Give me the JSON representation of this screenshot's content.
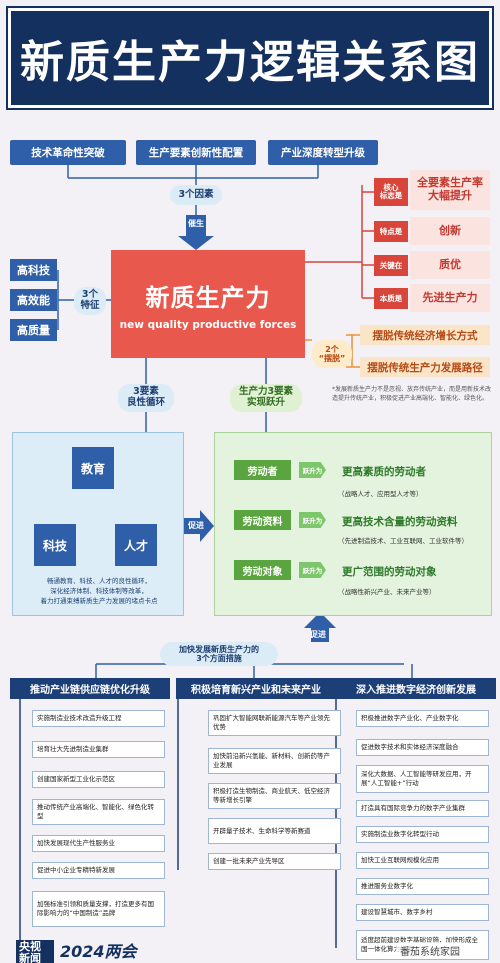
{
  "title": "新质生产力逻辑关系图",
  "factors": [
    "技术革命性突破",
    "生产要素创新性配置",
    "产业深度转型升级"
  ],
  "factors_pill": "3个因素",
  "catalyze": "催生",
  "core": {
    "cn": "新质生产力",
    "en": "new quality productive forces"
  },
  "features": {
    "items": [
      "高科技",
      "高效能",
      "高质量"
    ],
    "pill": "3个\n特征"
  },
  "right_feats": [
    {
      "tag": "核心\n标志是",
      "text": "全要素生产率\n大幅提升"
    },
    {
      "tag": "特点是",
      "text": "创新"
    },
    {
      "tag": "关键在",
      "text": "质优"
    },
    {
      "tag": "本质是",
      "text": "先进生产力"
    }
  ],
  "breakaway": {
    "pill": "2个\n“摆脱”",
    "items": [
      "摆脱传统经济增长方式",
      "摆脱传统生产力发展路径"
    ]
  },
  "note": "*发展新质生产力不是忽视、放弃传统产业，而是用新技术改造提升传统产业，积极促进产业高端化、智能化、绿色化。",
  "cycle": {
    "pill": "3要素\n良性循环",
    "nodes": [
      "教育",
      "科技",
      "人才"
    ],
    "desc": "畅通教育、科技、人才的良性循环，\n深化经济体制、科技体制等改革，\n着力打通束缚新质生产力发展的堵点卡点"
  },
  "promote_label": "促进",
  "leap": {
    "pill": "生产力3要素\n实现跃升",
    "rows": [
      {
        "tag": "劳动者",
        "chev": "跃升为",
        "title": "更高素质的劳动者",
        "sub": "（战略人才、应用型人才等）"
      },
      {
        "tag": "劳动资料",
        "chev": "跃升为",
        "title": "更高技术含量的劳动资料",
        "sub": "（先进制造技术、工业互联网、工业软件等）"
      },
      {
        "tag": "劳动对象",
        "chev": "跃升为",
        "title": "更广范围的劳动对象",
        "sub": "（战略性新兴产业、未来产业等）"
      }
    ]
  },
  "promote_up": "促进",
  "measures_pill": "加快发展新质生产力的\n3个方面措施",
  "columns": [
    {
      "head": "推动产业链供应链优化升级",
      "items": [
        "实施制造业技术改造升级工程",
        "培育壮大先进制造业集群",
        "创建国家新型工业化示范区",
        "推动传统产业高端化、智能化、绿色化转型",
        "加快发展现代生产性服务业",
        "促进中小企业专精特新发展",
        "加强标准引领和质量支撑，打造更多有国际影响力的“中国制造”品牌"
      ]
    },
    {
      "head": "积极培育新兴产业和未来产业",
      "items": [
        "巩固扩大智能网联新能源汽车等产业领先优势",
        "加快前沿新兴氢能、新材料、创新药等产业发展",
        "积极打造生物制造、商业航天、低空经济等新增长引擎",
        "开辟量子技术、生命科学等新赛道",
        "创建一批未来产业先导区"
      ]
    },
    {
      "head": "深入推进数字经济创新发展",
      "items": [
        "积极推进数字产业化、产业数字化",
        "促进数字技术和实体经济深度融合",
        "深化大数据、人工智能等研发应用，开展“人工智能+”行动",
        "打造具有国际竞争力的数字产业集群",
        "实施制造业数字化转型行动",
        "加快工业互联网规模化应用",
        "推进服务业数字化",
        "建设智慧城市、数字乡村",
        "适度超前建设数字基础设施，加快形成全国一体化算力体系"
      ]
    }
  ],
  "logos": {
    "a": "央视\n新闻",
    "b": "2024两会",
    "watermark": "番茄系统家园"
  },
  "colors": {
    "navy": "#14305f",
    "red": "#e9584c",
    "blue": "#2f5fa8",
    "green": "#5aa53f",
    "orange": "#f08f2e"
  }
}
